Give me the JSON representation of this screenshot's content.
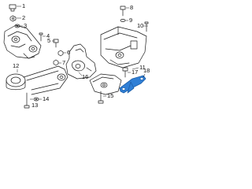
{
  "diagram": {
    "callouts": {
      "c1": "1",
      "c2": "2",
      "c3": "3",
      "c4": "4",
      "c5": "5",
      "c6": "6",
      "c7": "7",
      "c8": "8",
      "c9": "9",
      "c10": "10",
      "c11": "11",
      "c12": "12",
      "c13": "13",
      "c14": "14",
      "c15": "15",
      "c16": "16",
      "c17": "17",
      "c18": "18"
    },
    "colors": {
      "line": "#1a1a1a",
      "highlight": "#2f7fd6",
      "highlight_dark": "#1c5ea8"
    }
  }
}
